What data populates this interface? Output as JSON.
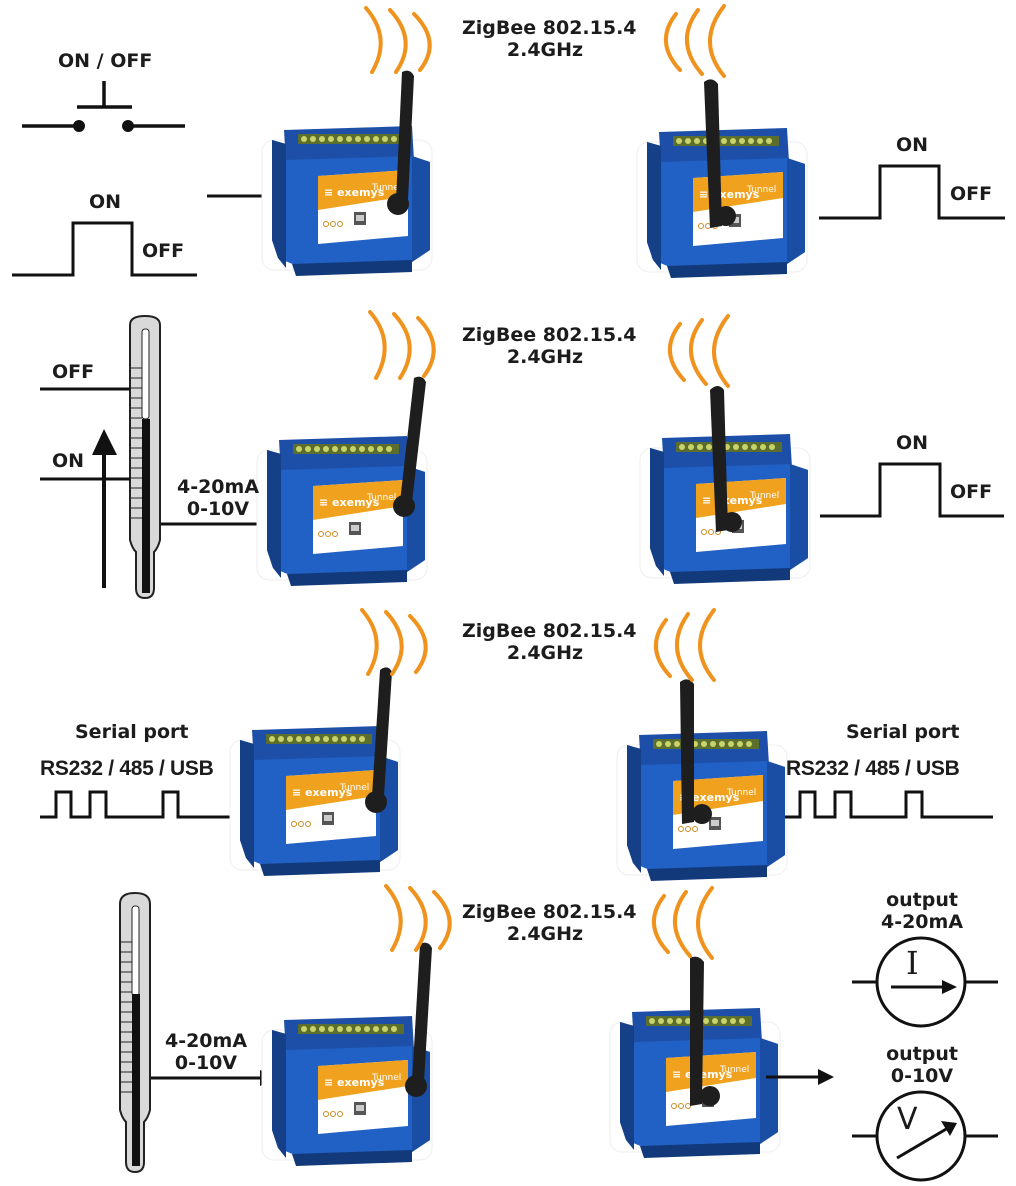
{
  "title": "ZigBee wireless tunnel applications",
  "colors": {
    "wave": "#f0931e",
    "device_blue": "#1f5fbf",
    "label_orange": "#f0a21e",
    "line": "#111111"
  },
  "device": {
    "brand": "exemys",
    "product": "Tunnel"
  },
  "rows": [
    {
      "link": {
        "line1": "ZigBee 802.15.4",
        "line2": "2.4GHz"
      },
      "left": {
        "switch_label": "ON / OFF",
        "pulse_on": "ON",
        "pulse_off": "OFF"
      },
      "right": {
        "pulse_on": "ON",
        "pulse_off": "OFF"
      }
    },
    {
      "link": {
        "line1": "ZigBee 802.15.4",
        "line2": "2.4GHz"
      },
      "left": {
        "thermo_off": "OFF",
        "thermo_on": "ON",
        "signal_line1": "4-20mA",
        "signal_line2": "0-10V"
      },
      "right": {
        "pulse_on": "ON",
        "pulse_off": "OFF"
      }
    },
    {
      "link": {
        "line1": "ZigBee 802.15.4",
        "line2": "2.4GHz"
      },
      "left": {
        "title": "Serial port",
        "protocols": "RS232 / 485 / USB"
      },
      "right": {
        "title": "Serial port",
        "protocols": "RS232 / 485 / USB"
      }
    },
    {
      "link": {
        "line1": "ZigBee 802.15.4",
        "line2": "2.4GHz"
      },
      "left": {
        "signal_line1": "4-20mA",
        "signal_line2": "0-10V"
      },
      "right": {
        "current_label1": "output",
        "current_label2": "4-20mA",
        "current_symbol": "I",
        "voltage_label1": "output",
        "voltage_label2": "0-10V",
        "voltage_symbol": "V"
      }
    }
  ]
}
